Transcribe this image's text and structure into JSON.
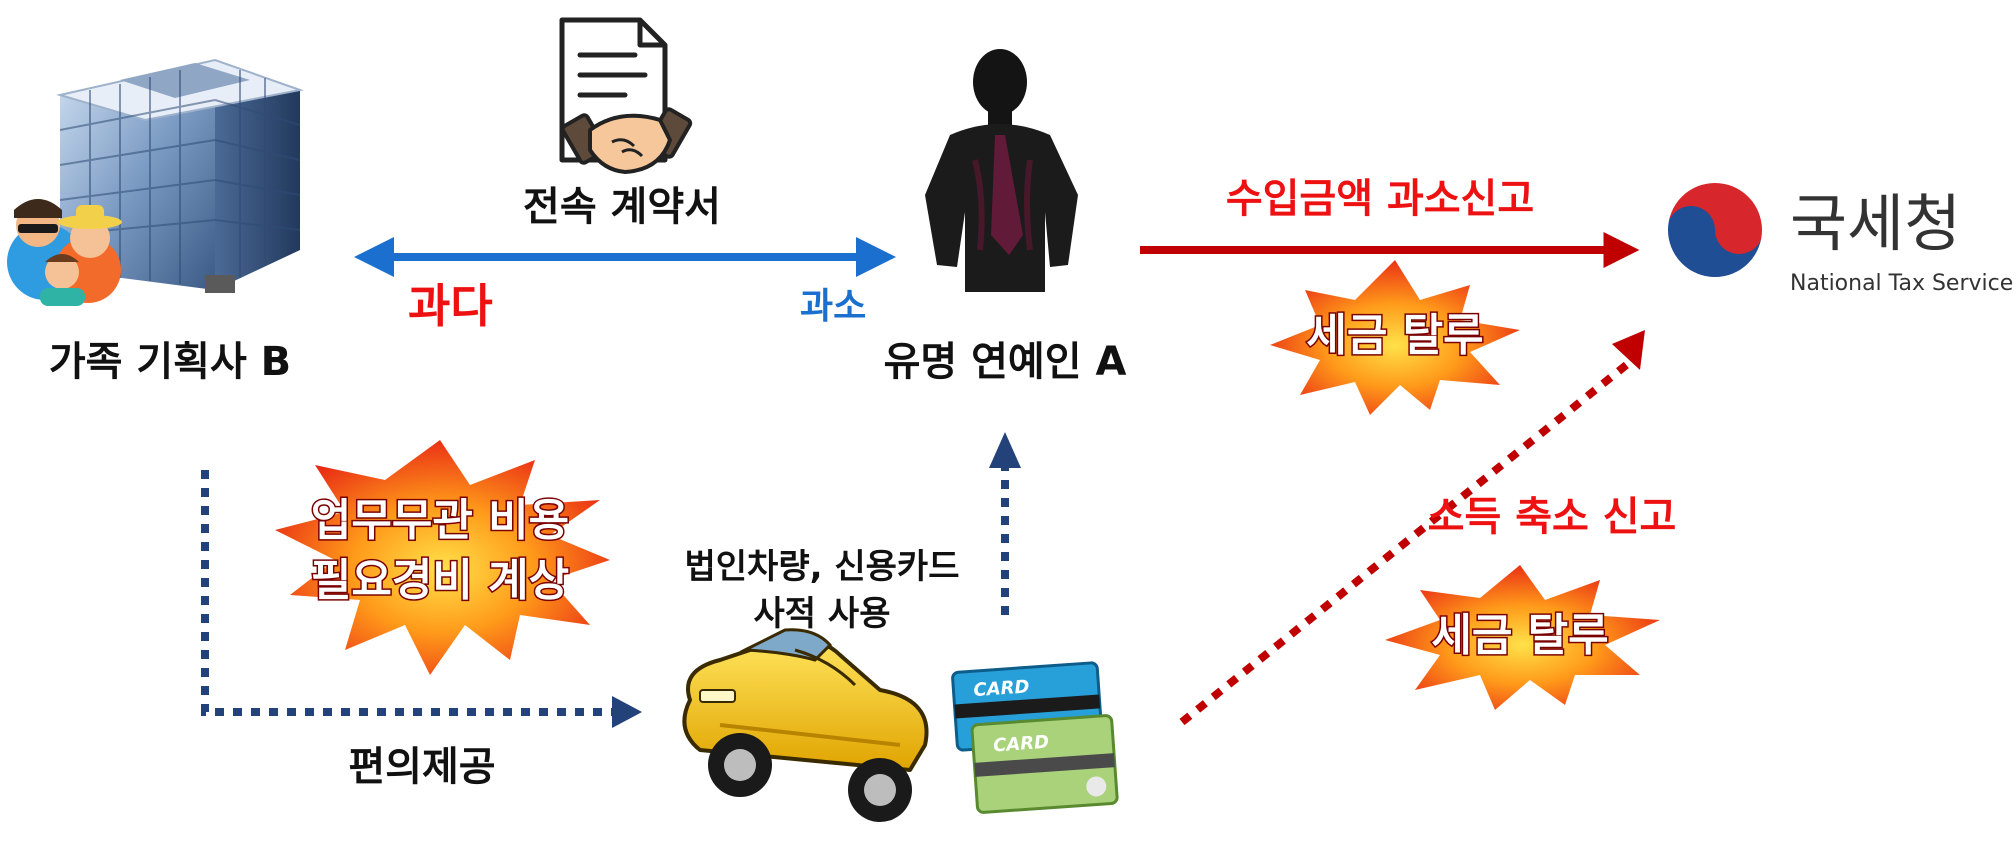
{
  "labels": {
    "agency": "가족 기획사 B",
    "contract": "전속 계약서",
    "over": "과다",
    "under": "과소",
    "celebrity": "유명 연예인 A",
    "income_report": "수입금액 과소신고",
    "evasion_1": "세금 탈루",
    "expense_line1": "업무무관 비용",
    "expense_line2": "필요경비 계상",
    "car_card_line1": "법인차량, 신용카드",
    "car_card_line2": "사적 사용",
    "convenience": "편의제공",
    "income_reduce": "소득 축소 신고",
    "evasion_2": "세금 탈루",
    "card_1": "CARD",
    "card_2": "CARD"
  },
  "nts": {
    "name": "국세청",
    "subtitle": "National Tax Service"
  },
  "colors": {
    "blue_arrow": "#1a6fcf",
    "red_arrow": "#c00000",
    "navy_dotted": "#24427a",
    "burst_outer": "#e61e14",
    "burst_inner": "#ffd200",
    "nts_red": "#d7262c",
    "nts_blue": "#1f4e95"
  },
  "icons": [
    "office-building-icon",
    "family-icon",
    "contract-handshake-icon",
    "silhouette-person-icon",
    "sports-car-icon",
    "credit-card-icon",
    "nts-logo-icon"
  ]
}
